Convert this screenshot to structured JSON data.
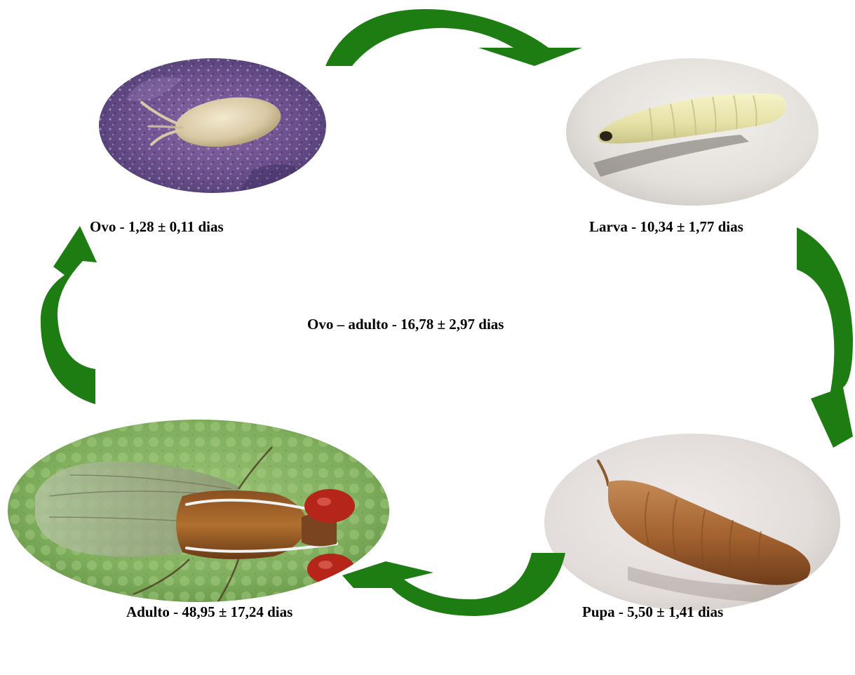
{
  "diagram": {
    "type": "life-cycle",
    "center_label": "Ovo – adulto - 16,78 ± 2,97 dias",
    "stages": [
      {
        "id": "ovo",
        "label": "Ovo - 1,28 ± 0,11 dias",
        "picture": "egg-photo"
      },
      {
        "id": "larva",
        "label": "Larva - 10,34 ± 1,77 dias",
        "picture": "larva-photo"
      },
      {
        "id": "pupa",
        "label": "Pupa - 5,50 ± 1,41 dias",
        "picture": "pupa-photo"
      },
      {
        "id": "adulto",
        "label": "Adulto - 48,95 ± 17,24 dias",
        "picture": "adult-fly-photo"
      }
    ],
    "arrow_color": "#1e7d12",
    "arrow_direction": "clockwise"
  }
}
